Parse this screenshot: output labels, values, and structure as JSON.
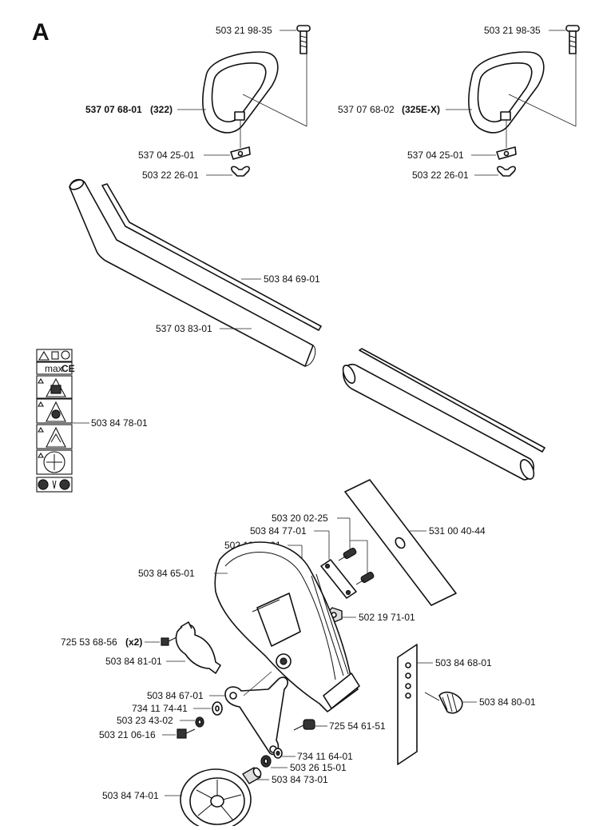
{
  "section_letter": "A",
  "labels": {
    "bolt_l": "503 21 98-35",
    "bolt_r": "503 21 98-35",
    "handle_l_num": "537 07 68-01",
    "handle_l_model": "(322)",
    "handle_r_num": "537 07 68-02",
    "handle_r_model": "(325E-X)",
    "clamp_l": "537 04 25-01",
    "clamp_r": "537 04 25-01",
    "wingnut_l": "503 22 26-01",
    "wingnut_r": "503 22 26-01",
    "driveshaft": "503 84 69-01",
    "shafttube": "537 03 83-01",
    "decal": "503 84 78-01",
    "screws": "503 20 02-25",
    "plate": "503 84 77-01",
    "nut_top": "502 19 71-01",
    "blade": "531 00 40-44",
    "guard": "503 84 65-01",
    "nut_bot": "502 19 71-01",
    "clamp_screw": "725 53 68-56",
    "clamp_screw_qty": "(x2)",
    "clamp": "503 84 81-01",
    "bracket": "503 84 68-01",
    "knob": "503 84 80-01",
    "arm": "503 84 67-01",
    "washer1": "734 11 74-41",
    "washer2": "503 23 43-02",
    "bolt_arm": "503 21 06-16",
    "screw_arm": "725 54 61-51",
    "washer3": "734 11 64-01",
    "washer4": "503 26 15-01",
    "spacer": "503 84 73-01",
    "wheel": "503 84 74-01"
  },
  "decal_text": {
    "max_rpm": "max",
    "ce_mark": "CE"
  }
}
